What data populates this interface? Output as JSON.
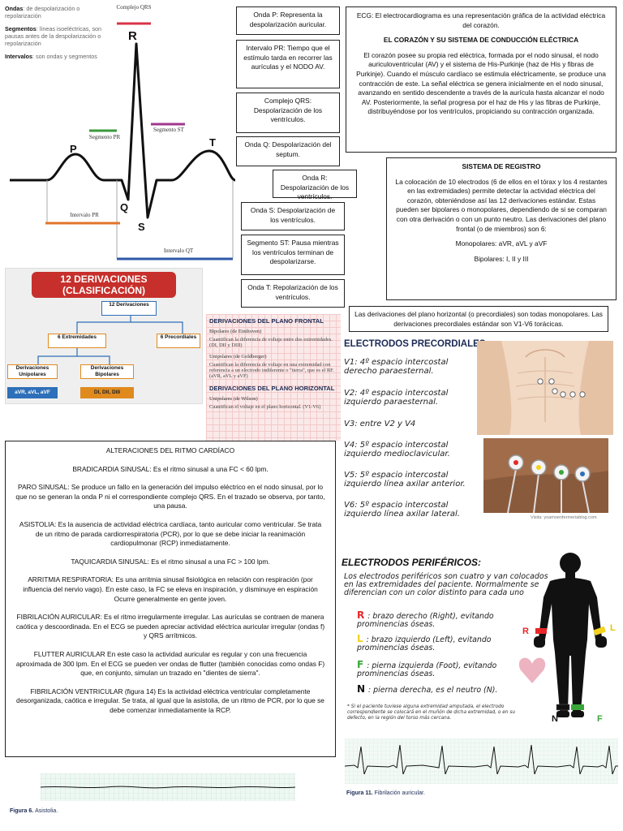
{
  "legend": [
    {
      "key": "Ondas",
      "text": "de despolarización o repolarización"
    },
    {
      "key": "Segmentos",
      "text": "líneas isoeléctricas, son pausas antes de la despolarización o repolarización"
    },
    {
      "key": "Intervalos",
      "text": "son ondas y segmentos"
    }
  ],
  "ecg_diagram": {
    "waves": {
      "p": "P",
      "q": "Q",
      "r": "R",
      "s": "S",
      "t": "T"
    },
    "complejo_qrs": "Complejo QRS",
    "segmento_pr": "Segmento PR",
    "segmento_st": "Segmento ST",
    "intervalo_pr": "Intervalo PR",
    "intervalo_qt": "Intervalo QT",
    "colors": {
      "qrs": "#d8344a",
      "pr_seg": "#3a9a3a",
      "st_seg": "#a0378f",
      "pr_int": "#e0752a",
      "qt_int": "#2f58a8"
    }
  },
  "wave_boxes": [
    "Onda P: Representa la despolarización auricular.",
    "Intervalo PR: Tiempo que el estímulo tarda en recorrer las aurículas y el NODO AV.",
    "Complejo QRS: Despolarización de los ventrículos.",
    "Onda Q: Despolarización del septum.",
    "Onda R: Despolarización de los ventrículos.",
    "Onda S: Despolarización de los ventrículos.",
    "Segmento ST: Pausa mientras los ventrículos terminan de despolarizarse.",
    "Onda T: Repolarización de los ventrículos."
  ],
  "ecg_intro": {
    "definition": "ECG: El electrocardiograma es una representación gráfica de la actividad eléctrica del corazón.",
    "heading": "EL CORAZÓN Y SU SISTEMA DE CONDUCCIÓN ELÉCTRICA",
    "body": "El corazón posee su propia red eléctrica, formada por el nodo sinusal, el nodo auriculoventricular (AV) y el sistema de His-Purkinje (haz de His y fibras de Purkinje). Cuando el músculo cardíaco se estimula eléctricamente, se produce una contracción de este. La señal eléctrica se genera inicialmente en el nodo sinusal, avanzando en sentido descendente a través de la aurícula hasta alcanzar el nodo AV. Posteriormente, la señal progresa por el haz de His y las fibras de Purkinje, distribuyéndose por los ventrículos, propiciando su contracción organizada."
  },
  "registro": {
    "heading": "SISTEMA DE REGISTRO",
    "body": "La colocación de 10 electrodos (6 de ellos en el tórax y los 4 restantes en las extremidades) permite detectar la actividad eléctrica del corazón, obteniéndose así las 12 derivaciones estándar. Estas pueden ser bipolares o monopolares, dependiendo de si se comparan con otra derivación o con un punto neutro. Las derivaciones del plano frontal (o de miembros) son 6:",
    "monopolares": "Monopolares: aVR, aVL y aVF",
    "bipolares": "Bipolares: I, II y III"
  },
  "horizontal_note": "Las derivaciones del plano horizontal (o precordiales) son todas monopolares. Las derivaciones precordiales estándar son V1-V6 torácicas.",
  "derivaciones_chart": {
    "title": "12 DERIVACIONES (CLASIFICACIÓN)",
    "root": "12 Derivaciones",
    "extremidades": "6 Extremidades",
    "precordiales": "6 Precordiales",
    "unipolares": "Derivaciones Unipolares",
    "bipolares": "Derivaciones Bipolares",
    "unipolares_leads": "aVR, aVL, aVF",
    "bipolares_leads": "DI, DII, DIII"
  },
  "planos": {
    "frontal_heading": "DERIVACIONES DEL PLANO FRONTAL",
    "bipolares_label": "Bipolares (de Einthoven)",
    "bipolares_desc": "Cuantifican la diferencia de voltaje entre dos extremidades. (DI, DII y DIII)",
    "unipolares_label": "Unipolares (de Goldberger)",
    "unipolares_desc": "Cuantifican la diferencia de voltaje en una extremidad con referencia a un electrodo indiferente o \"tierra\", que es el RF. (aVR, aVL y aVF)",
    "horizontal_heading": "DERIVACIONES DEL PLANO HORIZONTAL",
    "wilson_label": "Unipolares (de Wilson)",
    "wilson_desc": "Cuantifican el voltaje en el plano horizontal. (V1-V6)"
  },
  "precordiales": {
    "title": "ELECTRODOS PRECORDIALES",
    "items": [
      "V1: 4º espacio intercostal derecho paraesternal.",
      "V2: 4º espacio intercostal izquierdo paraesternal.",
      "V3: entre V2 y V4",
      "V4: 5º espacio intercostal izquierdo medioclavicular.",
      "V5: 5º espacio intercostal izquierdo línea axilar anterior.",
      "V6: 5º espacio intercostal izquierdo línea axilar lateral."
    ],
    "credit": "Visita: yoamoenfermeriablog.com"
  },
  "perifericos": {
    "title": "ELECTRODOS PERIFÉRICOS:",
    "intro": "Los electrodos periféricos son cuatro y van colocados en las extremidades del paciente. Normalmente se diferencian con un color distinto para cada uno",
    "items": [
      {
        "letter": "R",
        "color": "#e8262a",
        "text": ": brazo derecho (Right), evitando prominencias óseas."
      },
      {
        "letter": "L",
        "color": "#f2d21b",
        "text": ": brazo izquierdo (Left), evitando prominencias óseas."
      },
      {
        "letter": "F",
        "color": "#3aa63a",
        "text": ": pierna izquierda (Foot), evitando prominencias óseas."
      },
      {
        "letter": "N",
        "color": "#111111",
        "text": ": pierna derecha, es el neutro (N)."
      }
    ],
    "note": "* Si el paciente tuviese alguna extremidad amputada, el electrodo correspondiente se colocará en el muñón de dicha extremidad, o en su defecto, en la región del torso más cercana.",
    "figure_labels": {
      "r": "R",
      "l": "L",
      "n": "N",
      "f": "F"
    }
  },
  "alteraciones": {
    "heading": "ALTERACIONES DEL RITMO CARDÍACO",
    "items": [
      "BRADICARDIA SINUSAL: Es el ritmo sinusal a una FC < 60 lpm.",
      "PARO SINUSAL: Se produce un fallo en la generación del impulso eléctrico en el nodo sinusal, por lo que no se generan la onda P ni el correspondiente complejo QRS. En el trazado se observa, por tanto, una pausa.",
      "ASISTOLIA: Es la ausencia de actividad eléctrica cardíaca, tanto auricular como ventricular. Se trata de un ritmo de parada cardiorrespiratoria (PCR), por lo que se debe iniciar la reanimación cardiopulmonar (RCP) inmediatamente.",
      "TAQUICARDIA SINUSAL: Es el ritmo sinusal a una FC > 100 lpm.",
      "ARRITMIA RESPIRATORIA: Es una arritmia sinusal fisiológica en relación con respiración (por influencia del nervio vago). En este caso, la FC se eleva en inspiración, y disminuye en espiración Ocurre generalmente en gente joven.",
      "FIBRILACIÓN AURICULAR: Es el ritmo irregularmente irregular. Las aurículas se contraen de manera caótica y descoordinada. En el ECG se pueden apreciar actividad eléctrica auricular irregular (ondas f) y QRS arrítmicos.",
      "FLUTTER AURICULAR En este caso la actividad auricular es regular y con una frecuencia aproximada de 300 lpm. En el ECG se pueden ver ondas de flutter (también conocidas como ondas F) que, en conjunto, simulan un trazado en \"dientes de sierra\".",
      "FIBRILACIÓN VENTRICULAR (figura 14) Es la actividad eléctrica ventricular completamente desorganizada, caótica e irregular. Se trata, al igual que la asistolia, de un ritmo de PCR, por lo que se debe comenzar inmediatamente la RCP."
    ]
  },
  "figures": {
    "fig6_label": "Figura 6.",
    "fig6_caption": "Asistolia.",
    "fig11_label": "Figura 11.",
    "fig11_caption": "Fibrilación auricular."
  }
}
